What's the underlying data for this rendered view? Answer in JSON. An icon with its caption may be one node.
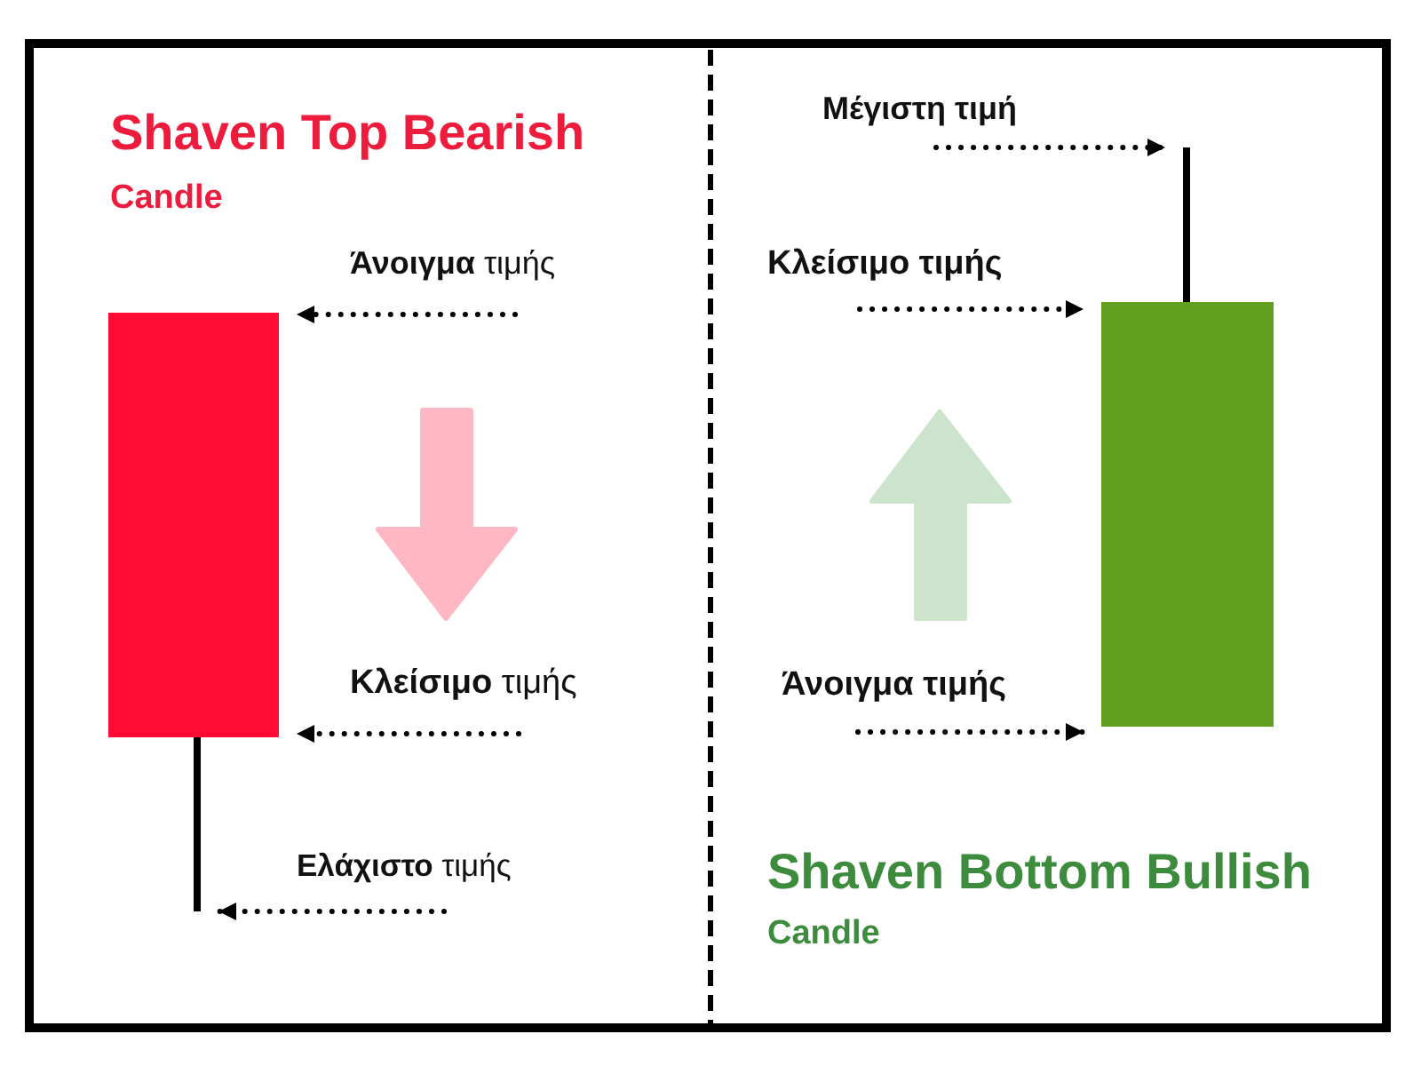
{
  "diagram": {
    "nodes": [
      {
        "text": [
          "**Άνοιγμα** τιμής"
        ]
      },
      {
        "text": [],
        "shape": "box"
      },
      {
        "text": [
          "**Κλείσιμο** τιμής"
        ]
      },
      {
        "text": [],
        "shape": "bar"
      },
      {
        "text": [
          "**Ελάχιστο** τιμής"
        ]
      },
      {
        "text": [
          "Μέγιστη τιμή"
        ]
      },
      {
        "text": [],
        "shape": "bar"
      },
      {
        "text": [
          "Κλείσιμο τιμής"
        ]
      },
      {
        "text": [],
        "shape": "box"
      },
      {
        "text": [
          "Άνοιγμα τιμής"
        ]
      }
    ],
    "edges": [
      {
        "from": 0,
        "to": 1,
        "arrow": "to"
      },
      {
        "from": 2,
        "to": 1,
        "arrow": "to"
      },
      {
        "from": 4,
        "to": 3,
        "arrow": "to"
      },
      {
        "from": 5,
        "to": 6,
        "arrow": "to"
      },
      {
        "from": 7,
        "to": 8,
        "arrow": "to"
      },
      {
        "from": 9,
        "to": 8,
        "arrow": "to"
      }
    ],
    "labels": [
      "Shaven Top Bearish",
      "Candle",
      "Shaven Bottom Bullish",
      "Candle"
    ]
  }
}
